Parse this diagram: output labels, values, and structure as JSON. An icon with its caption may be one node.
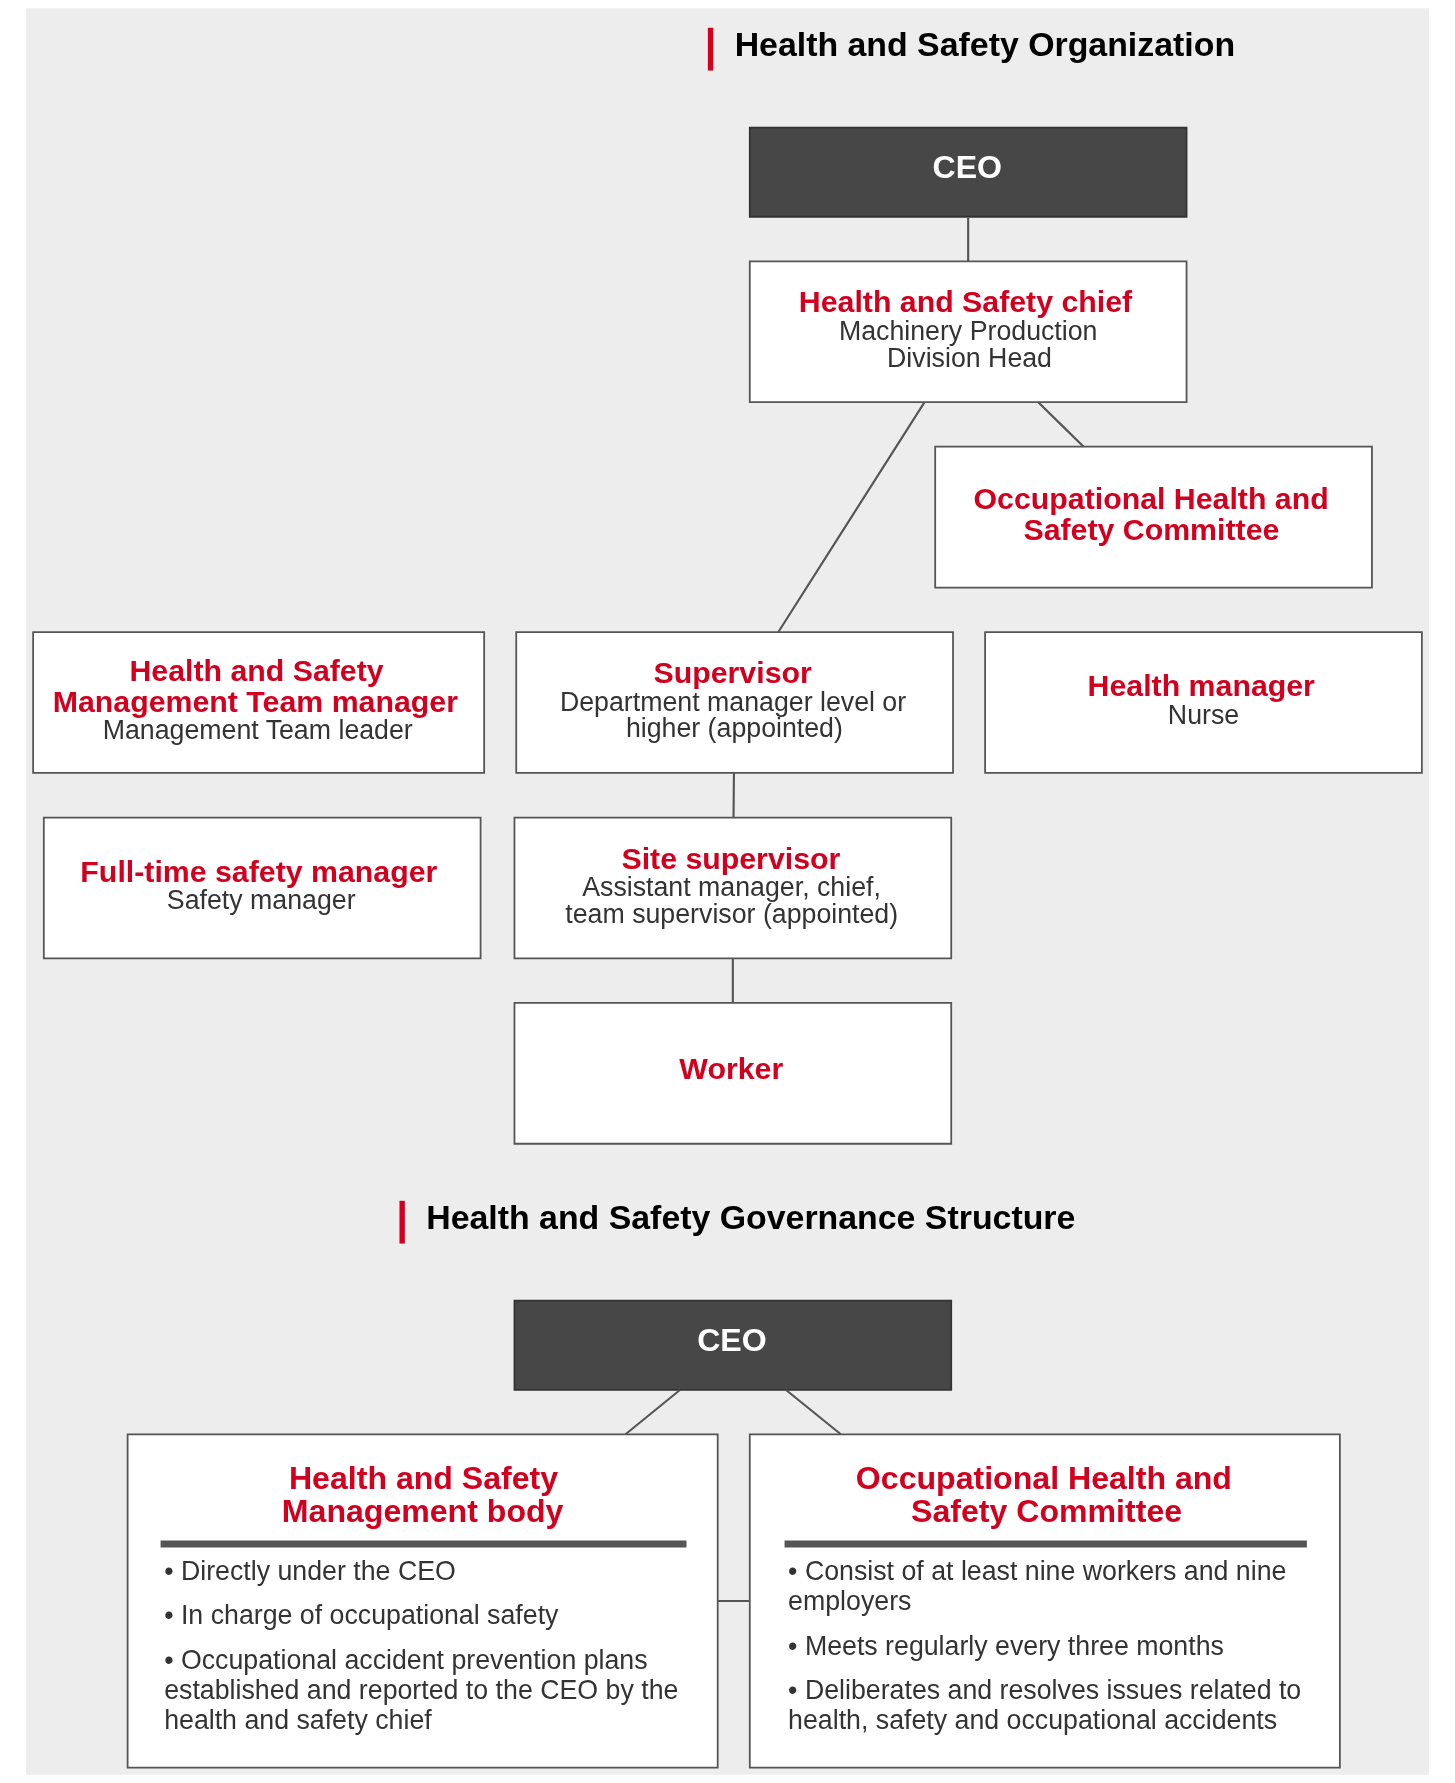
{
  "diagram": {
    "nodes": [
      {
        "text": [
          "CEO"
        ]
      },
      {
        "text": [
          "Health and Safety chief",
          "Machinery Production Division Head"
        ]
      },
      {
        "text": [
          "Occupational Health and Safety Committee"
        ]
      },
      {
        "text": [
          "Health and Safety Management Team manager",
          "Management Team leader"
        ]
      },
      {
        "text": [
          "Supervisor",
          "Department manager level or higher (appointed)"
        ]
      },
      {
        "text": [
          "Health manager",
          "Nurse"
        ]
      },
      {
        "text": [
          "Full-time safety manager",
          "Safety manager"
        ]
      },
      {
        "text": [
          "Site supervisor",
          "Assistant manager, chief, team supervisor (appointed)"
        ]
      },
      {
        "text": [
          "Worker"
        ]
      },
      {
        "text": [
          "CEO"
        ]
      },
      {
        "text": [
          "Health and Safety Management body",
          "• Directly under the CEO",
          "• In charge of occupational safety",
          "• Occupational accident prevention plans established and reported to the CEO by the health and safety chief"
        ]
      },
      {
        "text": [
          "Occupational Health and Safety Committee",
          "• Consist of at least nine workers and nine employers",
          "• Meets regularly every three months",
          "• Deliberates and resolves issues related to health, safety and occupational accidents"
        ]
      }
    ],
    "edges": [
      {
        "from": 0,
        "to": 1,
        "arrow": "none"
      },
      {
        "from": 1,
        "to": 2,
        "arrow": "none"
      },
      {
        "from": 1,
        "to": 4,
        "arrow": "none"
      },
      {
        "from": 4,
        "to": 7,
        "arrow": "none"
      },
      {
        "from": 7,
        "to": 8,
        "arrow": "none"
      },
      {
        "from": 9,
        "to": 10,
        "arrow": "none"
      },
      {
        "from": 9,
        "to": 11,
        "arrow": "none"
      },
      {
        "from": 10,
        "to": 11,
        "arrow": "none"
      }
    ],
    "labels": [
      "Health and Safety Organization",
      "Health and Safety Governance Structure"
    ]
  }
}
